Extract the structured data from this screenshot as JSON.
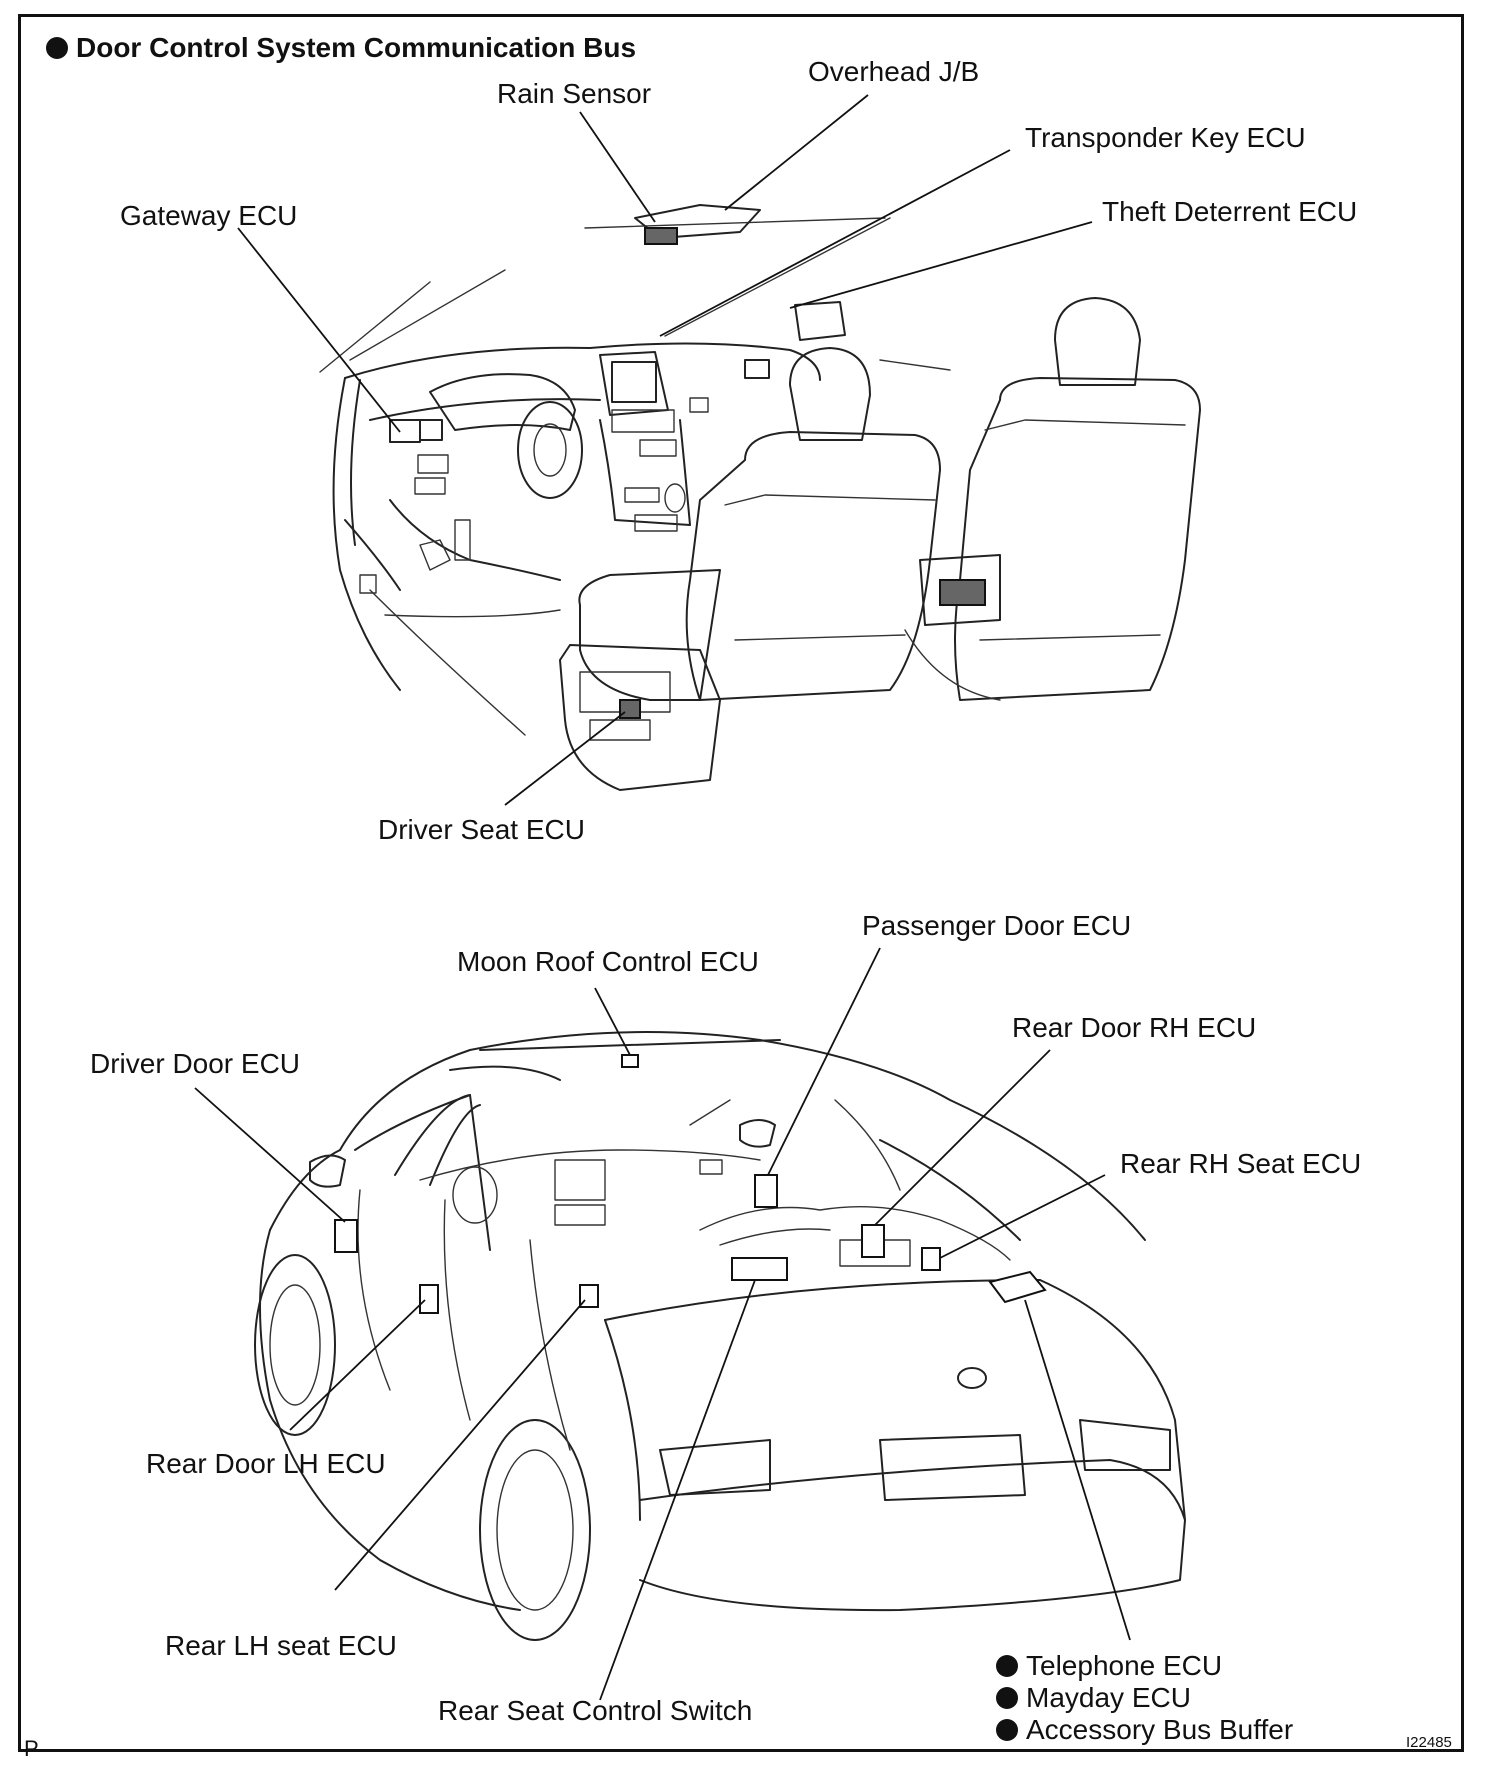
{
  "title": "Door Control System Communication Bus",
  "corner_letter": "P",
  "figure_code": "I22485",
  "top_view": {
    "labels": {
      "rain_sensor": "Rain Sensor",
      "overhead_jb": "Overhead J/B",
      "transponder_key_ecu": "Transponder Key ECU",
      "theft_deterrent_ecu": "Theft Deterrent ECU",
      "gateway_ecu": "Gateway ECU",
      "driver_seat_ecu": "Driver Seat ECU"
    }
  },
  "bottom_view": {
    "labels": {
      "passenger_door_ecu": "Passenger Door ECU",
      "moon_roof_control_ecu": "Moon Roof Control ECU",
      "rear_door_rh_ecu": "Rear Door RH ECU",
      "driver_door_ecu": "Driver Door ECU",
      "rear_rh_seat_ecu": "Rear RH Seat ECU",
      "rear_door_lh_ecu": "Rear Door LH ECU",
      "rear_lh_seat_ecu": "Rear LH seat ECU",
      "rear_seat_control_switch": "Rear Seat Control Switch"
    },
    "bullet_list": [
      "Telephone ECU",
      "Mayday ECU",
      "Accessory Bus Buffer"
    ]
  }
}
